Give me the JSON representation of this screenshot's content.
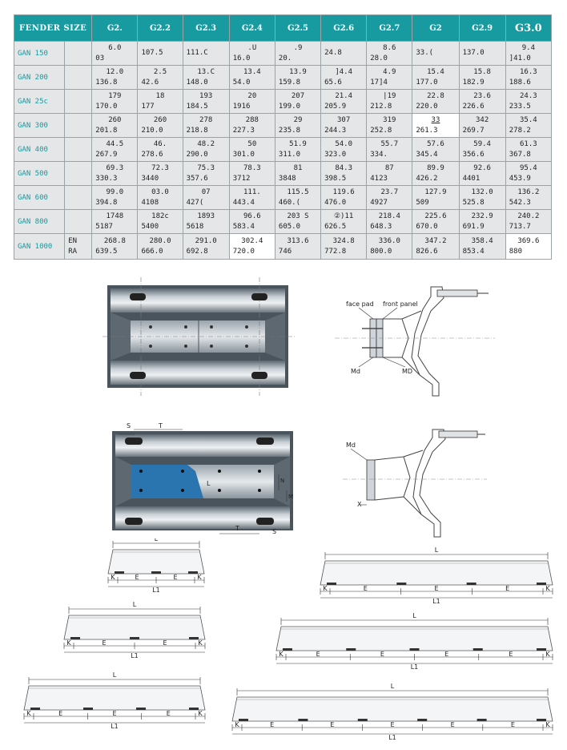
{
  "table": {
    "header_label": "FENDER SIZE",
    "columns": [
      "G2.",
      "G2.2",
      "G2.3",
      "G2.4",
      "G2.5",
      "G2.6",
      "G2.7",
      "G2",
      "G2.9",
      "G3.0"
    ],
    "rows": [
      {
        "size": "GAN 150",
        "sub": [
          "",
          ""
        ],
        "cells": [
          [
            "6.0",
            "03"
          ],
          [
            "",
            "107.5"
          ],
          [
            "",
            "111.C"
          ],
          [
            ".U",
            "16.0"
          ],
          [
            ".9",
            "20."
          ],
          [
            "",
            "24.8"
          ],
          [
            "8.6",
            "28.0"
          ],
          [
            "",
            "33.("
          ],
          [
            "",
            "137.0"
          ],
          [
            "9.4",
            "]41.0"
          ]
        ]
      },
      {
        "size": "GAN 200",
        "sub": [
          "",
          ""
        ],
        "cells": [
          [
            "12.0",
            "136.8"
          ],
          [
            "2.5",
            "42.6"
          ],
          [
            "13.C",
            "148.0"
          ],
          [
            "13.4",
            "54.0"
          ],
          [
            "13.9",
            "159.8"
          ],
          [
            "]4.4",
            "65.6"
          ],
          [
            "4.9",
            "17]4"
          ],
          [
            "15.4",
            "177.0"
          ],
          [
            "15.8",
            "182.9"
          ],
          [
            "16.3",
            "188.6"
          ]
        ]
      },
      {
        "size": "GAN 25c",
        "sub": [
          "",
          ""
        ],
        "cells": [
          [
            "179",
            "170.0"
          ],
          [
            "18",
            "177"
          ],
          [
            "193",
            "184.5"
          ],
          [
            "20",
            "1916"
          ],
          [
            "207",
            "199.0"
          ],
          [
            "21.4",
            "205.9"
          ],
          [
            "|19",
            "212.8"
          ],
          [
            "22.8",
            "220.0"
          ],
          [
            "23.6",
            "226.6"
          ],
          [
            "24.3",
            "233.5"
          ]
        ]
      },
      {
        "size": "GAN 300",
        "sub": [
          "",
          ""
        ],
        "cells": [
          [
            "260",
            "201.8"
          ],
          [
            "260",
            "210.0"
          ],
          [
            "278",
            "218.8"
          ],
          [
            "288",
            "227.3"
          ],
          [
            "29",
            "235.8"
          ],
          [
            "307",
            "244.3"
          ],
          [
            "319",
            "252.8"
          ],
          [
            "33",
            "261.3"
          ],
          [
            "342",
            "269.7"
          ],
          [
            "35.4",
            "278.2"
          ]
        ]
      },
      {
        "size": "GAN 400",
        "sub": [
          "",
          ""
        ],
        "cells": [
          [
            "44.5",
            "267.9"
          ],
          [
            "46.",
            "278.6"
          ],
          [
            "48.2",
            "290.0"
          ],
          [
            "50",
            "301.0"
          ],
          [
            "51.9",
            "311.0"
          ],
          [
            "54.0",
            "323.0"
          ],
          [
            "55.7",
            "334."
          ],
          [
            "57.6",
            "345.4"
          ],
          [
            "59.4",
            "356.6"
          ],
          [
            "61.3",
            "367.8"
          ]
        ]
      },
      {
        "size": "GAN 500",
        "sub": [
          "",
          ""
        ],
        "cells": [
          [
            "69.3",
            "330.3"
          ],
          [
            "72.3",
            "3440"
          ],
          [
            "75.3",
            "357.6"
          ],
          [
            "78.3",
            "3712"
          ],
          [
            "81",
            "3848"
          ],
          [
            "84.3",
            "398.5"
          ],
          [
            "87",
            "4123"
          ],
          [
            "89.9",
            "426.2"
          ],
          [
            "92.6",
            "4401"
          ],
          [
            "95.4",
            "453.9"
          ]
        ]
      },
      {
        "size": "GAN 600",
        "sub": [
          "",
          ""
        ],
        "cells": [
          [
            "99.0",
            "394.8"
          ],
          [
            "03.0",
            "4108"
          ],
          [
            "07",
            "427("
          ],
          [
            "111.",
            "443.4"
          ],
          [
            "115.5",
            "460.("
          ],
          [
            "119.6",
            "476.0"
          ],
          [
            "23.7",
            "4927"
          ],
          [
            "127.9",
            "509"
          ],
          [
            "132.0",
            "525.8"
          ],
          [
            "136.2",
            "542.3"
          ]
        ]
      },
      {
        "size": "GAN 800",
        "sub": [
          "",
          ""
        ],
        "cells": [
          [
            "1748",
            "5187"
          ],
          [
            "182c",
            "5400"
          ],
          [
            "1893",
            "5618"
          ],
          [
            "96.6",
            "583.4"
          ],
          [
            "203 S",
            "605.0"
          ],
          [
            "②)11",
            "626.5"
          ],
          [
            "218.4",
            "648.3"
          ],
          [
            "225.6",
            "670.0"
          ],
          [
            "232.9",
            "691.9"
          ],
          [
            "240.2",
            "713.7"
          ]
        ]
      },
      {
        "size": "GAN 1000",
        "sub": [
          "EN",
          "RA"
        ],
        "cells": [
          [
            "268.8",
            "639.5"
          ],
          [
            "280.0",
            "666.0"
          ],
          [
            "291.0",
            "692.8"
          ],
          [
            "302.4",
            "720.0"
          ],
          [
            "313.6",
            "746"
          ],
          [
            "324.8",
            "772.8"
          ],
          [
            "336.0",
            "800.0"
          ],
          [
            "347.2",
            "826.6"
          ],
          [
            "358.4",
            "853.4"
          ],
          [
            "369.6",
            "880"
          ]
        ]
      }
    ]
  },
  "labels": {
    "face_pad": "face pad",
    "front_panel": "front panel",
    "md_left": "Md",
    "md_right": "MD",
    "md_bottom": "Md",
    "s_top": "S",
    "t_top": "T",
    "l_mid": "L",
    "n_side": "N",
    "m_side": "M",
    "t_bottom": "T",
    "s_bottom": "S",
    "x_mark": "X",
    "dim_L": "L",
    "dim_L1": "L1",
    "dim_K": "K",
    "dim_E": "E"
  }
}
